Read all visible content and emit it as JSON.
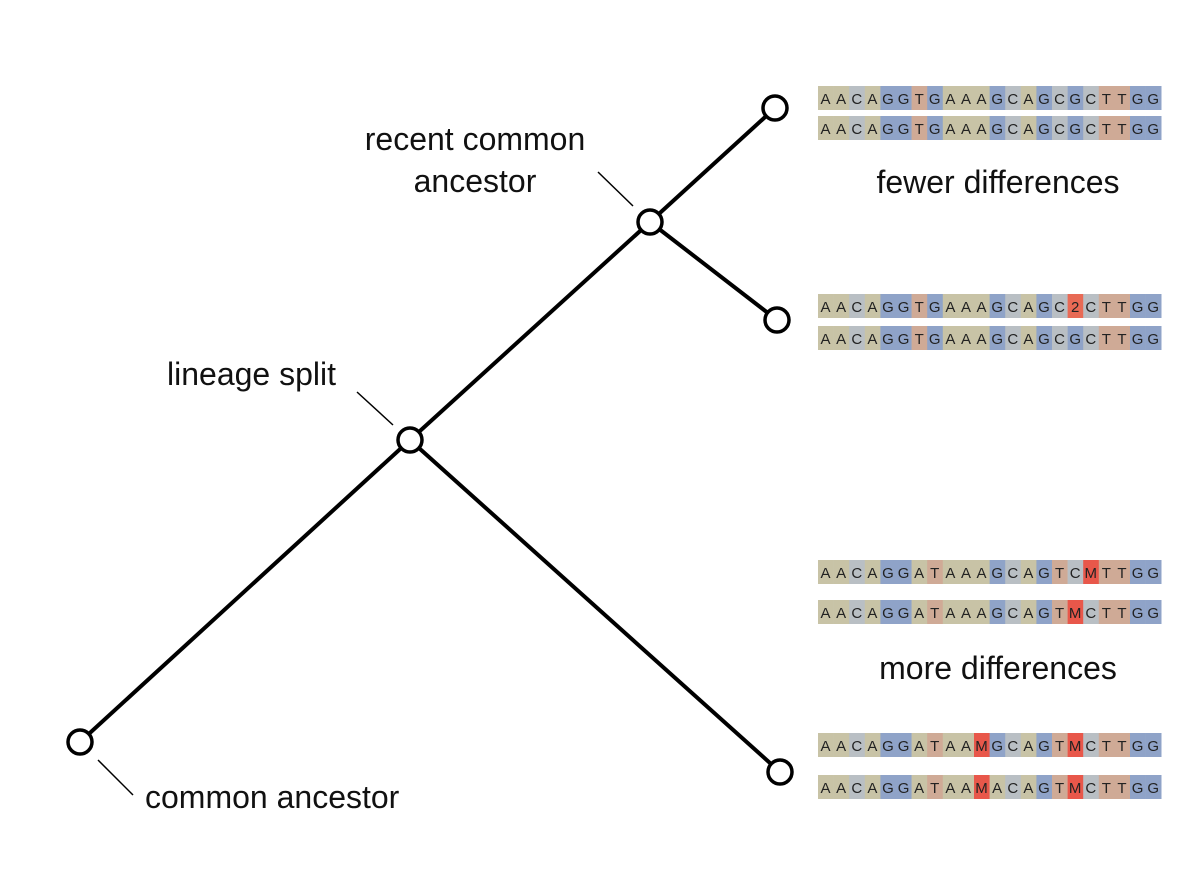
{
  "labels": {
    "recent_common_ancestor_line1": "recent common",
    "recent_common_ancestor_line2": "ancestor",
    "lineage_split": "lineage split",
    "common_ancestor": "common ancestor",
    "fewer_differences": "fewer differences",
    "more_differences": "more differences"
  },
  "sequences": [
    "AACAGGTGAAAGCAGCGCTTGG",
    "AACAGGTGAAAGCAGCGCTTGG",
    "AACAGGTGAAAGCAGC2CTTGG",
    "AACAGGTGAAAGCAGCGCTTGG",
    "AACAGGATAAAGCAGTCMTTGG",
    "AACAGGATAAAGCAGTMCTTGG",
    "AACAGGATAAMGCAGTMCTTGG",
    "AACAGGATAAMACAGTMCTTGG"
  ],
  "base_colors": {
    "A": "#c8c3a6",
    "C": "#b9bfc4",
    "G": "#8fa3c8",
    "T": "#cfaa96",
    "2": "#e86a55",
    "M": "#e8574a"
  },
  "colors": {
    "line": "#000000",
    "node_fill": "#ffffff",
    "text": "#111111"
  }
}
